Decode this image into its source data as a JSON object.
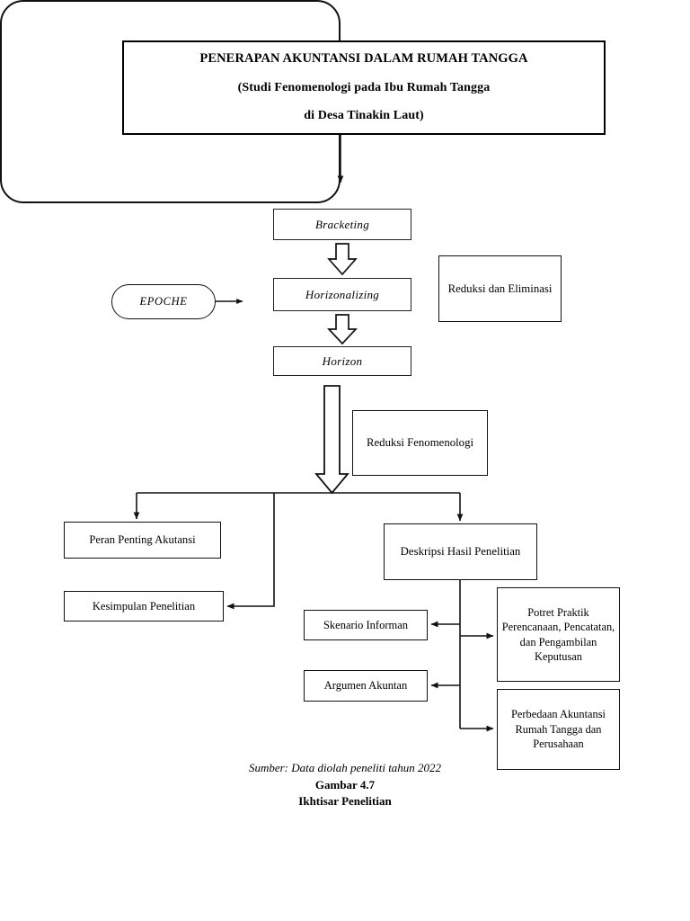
{
  "figure": {
    "title_lines": [
      "PENERAPAN AKUNTANSI DALAM RUMAH TANGGA",
      "(Studi Fenomenologi pada Ibu Rumah Tangga",
      "di Desa Tinakin Laut)"
    ],
    "caption": {
      "source": "Sumber: Data diolah peneliti tahun 2022",
      "figure_number": "Gambar 4.7",
      "figure_title": "Ikhtisar Penelitian"
    }
  },
  "nodes": {
    "epoche": "EPOCHE",
    "bracketing": "Bracketing",
    "horizonalizing": "Horizonalizing",
    "horizon": "Horizon",
    "reduksi_eliminasi": "Reduksi dan Eliminasi",
    "reduksi_fenomenologi": "Reduksi Fenomenologi",
    "peran_penting": "Peran Penting Akutansi",
    "kesimpulan": "Kesimpulan Penelitian",
    "deskripsi_hasil": "Deskripsi Hasil Penelitian",
    "skenario_informan": "Skenario Informan",
    "argumen_akuntan": "Argumen Akuntan",
    "potret_praktik": "Potret Praktik Perencanaan, Pencatatan, dan Pengambilan Keputusan",
    "perbedaan": "Perbedaan Akuntansi Rumah Tangga dan Perusahaan"
  },
  "colors": {
    "line": "#111111",
    "background": "#ffffff",
    "text": "#000000"
  }
}
